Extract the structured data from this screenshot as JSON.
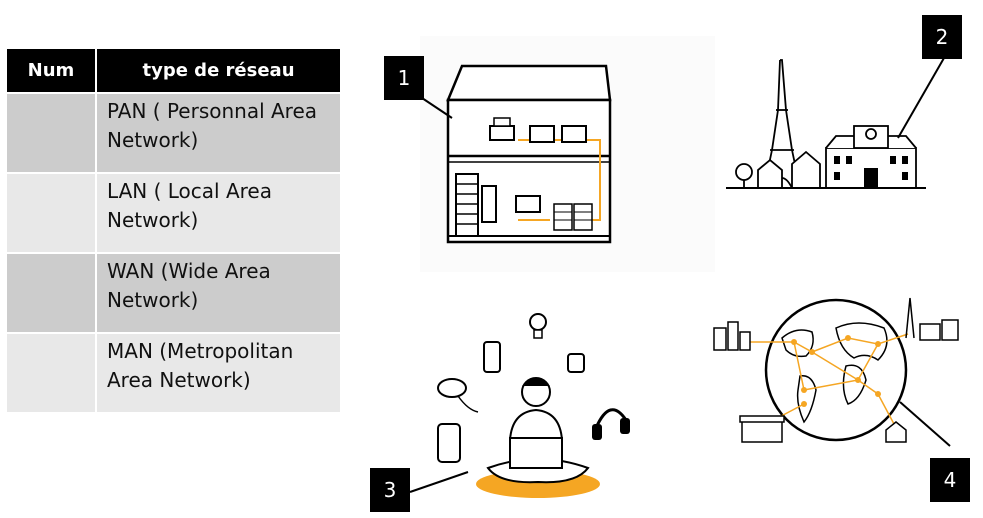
{
  "table": {
    "headers": [
      "Num",
      "type de réseau"
    ],
    "rows": [
      {
        "num": "",
        "type_line1": "PAN ( Personnal Area",
        "type_line2": "Network)"
      },
      {
        "num": "",
        "type_line1": "LAN ( Local Area",
        "type_line2": "Network)"
      },
      {
        "num": "",
        "type_line1": "WAN (Wide Area",
        "type_line2": "Network)"
      },
      {
        "num": "",
        "type_line1": "MAN (Metropolitan",
        "type_line2": "Area Network)"
      }
    ]
  },
  "illustrations": [
    {
      "badge": "1",
      "icon": "house-network-icon"
    },
    {
      "badge": "2",
      "icon": "paris-city-icon"
    },
    {
      "badge": "3",
      "icon": "personal-devices-icon"
    },
    {
      "badge": "4",
      "icon": "globe-network-icon"
    }
  ],
  "colors": {
    "accent": "#f5a623",
    "header_bg": "#000000",
    "row_dark": "#cccccc",
    "row_light": "#e8e8e8"
  }
}
